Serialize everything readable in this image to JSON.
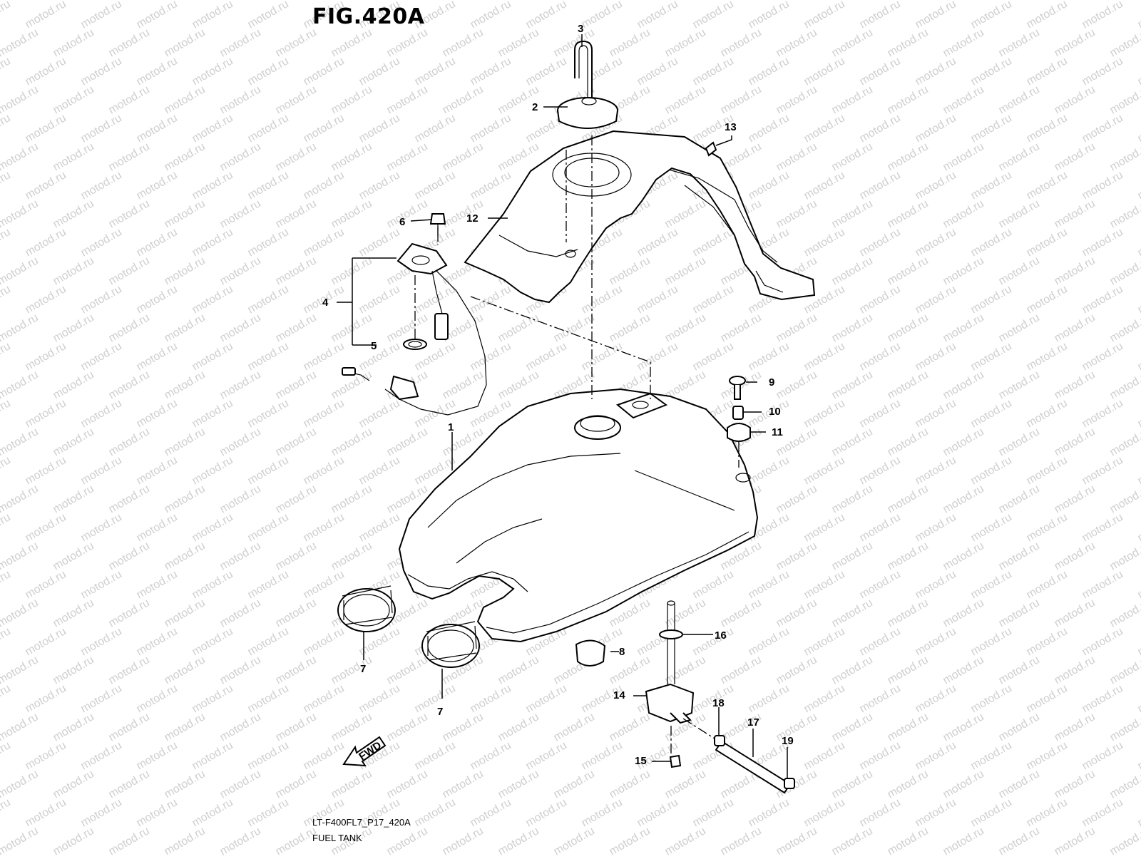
{
  "figure": {
    "title": "FIG.420A",
    "code": "LT-F400FL7_P17_420A",
    "name": "FUEL TANK",
    "watermark": "motod.ru",
    "direction_label": "FWD"
  },
  "callouts": [
    "1",
    "2",
    "3",
    "4",
    "5",
    "6",
    "7",
    "7",
    "8",
    "9",
    "10",
    "11",
    "12",
    "13",
    "14",
    "15",
    "16",
    "17",
    "18",
    "19"
  ]
}
